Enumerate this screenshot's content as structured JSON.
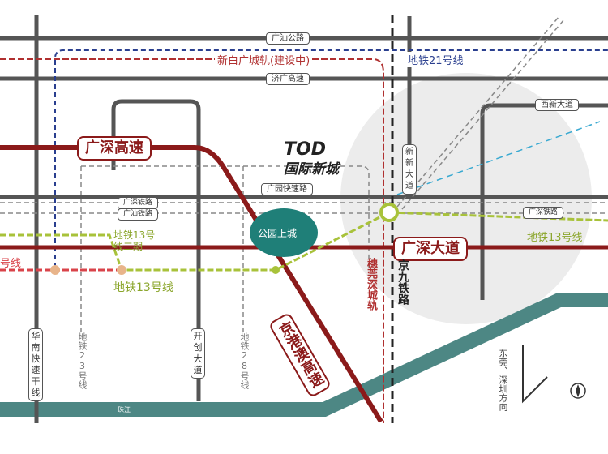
{
  "roads": {
    "guangshan_road": "广汕公路",
    "jiguang_expressway": "济广高速",
    "guangyuan_expressway": "广园快速路",
    "guangshen_railway": "广深铁路",
    "guangshan_railway": "广汕铁路",
    "xixin_avenue": "西新大道",
    "xinxin_avenue": "新新大道",
    "guangshen_expressway": "广深高速",
    "guangshen_avenue": "广深大道",
    "jinggangao_expressway": "京港澳高速",
    "huanan_expressway": "华南快速干线",
    "kaichuang_avenue": "开创大道",
    "jingjiu_railway": "京九铁路"
  },
  "transit": {
    "xinbai_intercity": "新白广城轨(建设中)",
    "metro21": "地铁21号线",
    "metro13_phase2": "地铁13号线二期",
    "metro13_left": "地铁13号线",
    "metro13_right": "地铁13号线",
    "metro_red_partial": "号线",
    "metro23": "地铁23号线",
    "metro28": "地铁28号线",
    "suiguanshen_intercity": "穗莞深城轨"
  },
  "places": {
    "tod_title": "TOD",
    "tod_subtitle": "国际新城",
    "project_logo": "公园上城",
    "river": "珠江",
    "direction": "东莞、深圳方向"
  },
  "colors": {
    "road": "#555555",
    "highway": "#8b1a1a",
    "metro13": "#a8c23a",
    "metro21": "#2a3f8f",
    "river": "#4d8784",
    "logo": "#1f7f78",
    "tram": "#39a9d1"
  }
}
